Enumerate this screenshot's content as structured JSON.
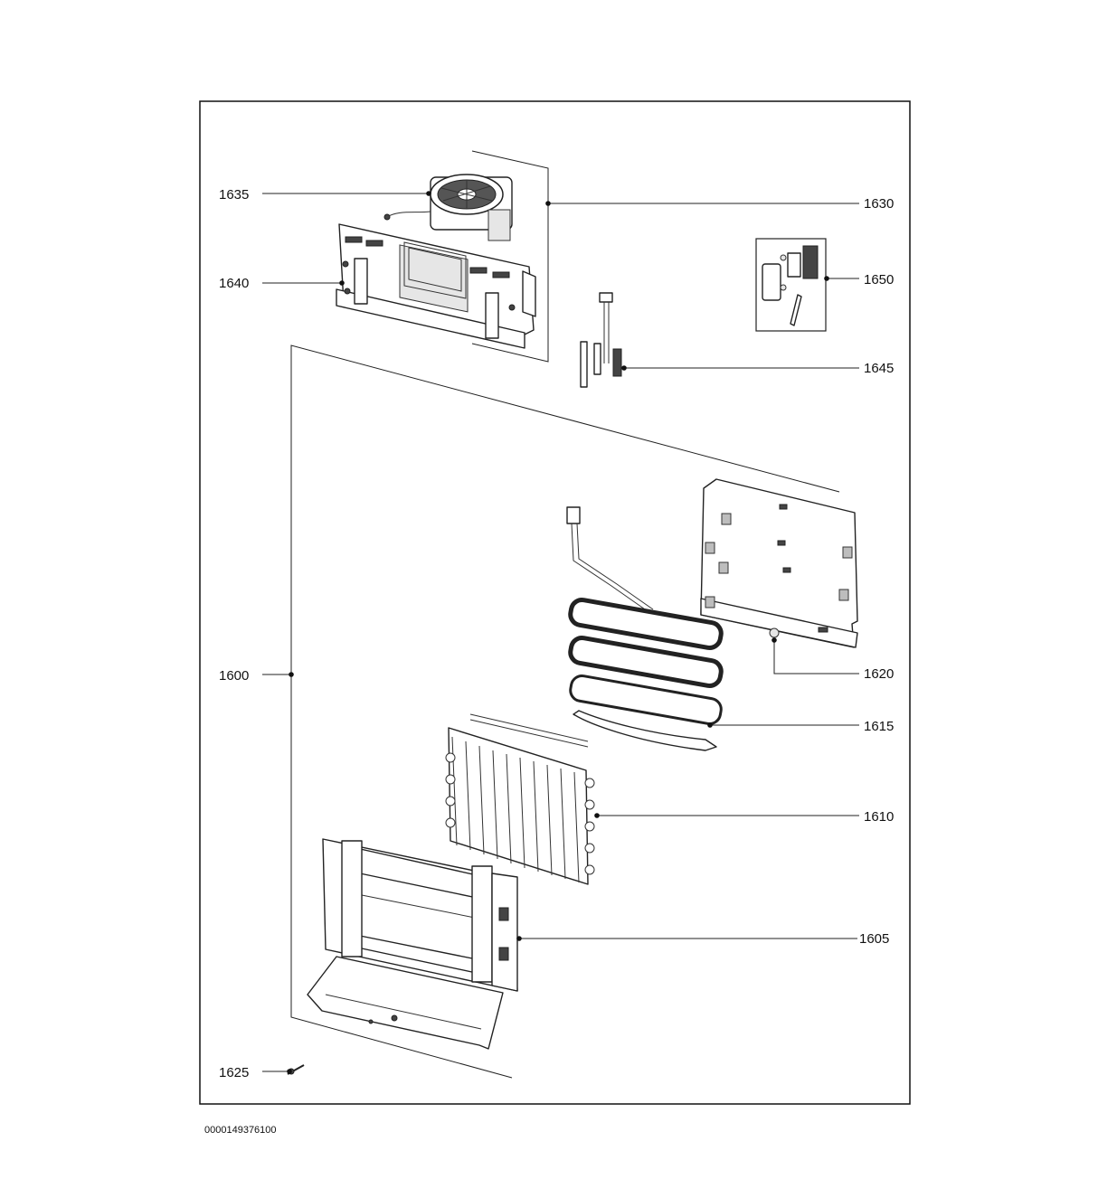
{
  "diagram": {
    "drawing_code": "0000149376100",
    "parts": [
      {
        "id": "p1635",
        "number": "1635"
      },
      {
        "id": "p1630",
        "number": "1630"
      },
      {
        "id": "p1640",
        "number": "1640"
      },
      {
        "id": "p1650",
        "number": "1650"
      },
      {
        "id": "p1645",
        "number": "1645"
      },
      {
        "id": "p1600",
        "number": "1600"
      },
      {
        "id": "p1620",
        "number": "1620"
      },
      {
        "id": "p1615",
        "number": "1615"
      },
      {
        "id": "p1610",
        "number": "1610"
      },
      {
        "id": "p1605",
        "number": "1605"
      },
      {
        "id": "p1625",
        "number": "1625"
      }
    ]
  }
}
